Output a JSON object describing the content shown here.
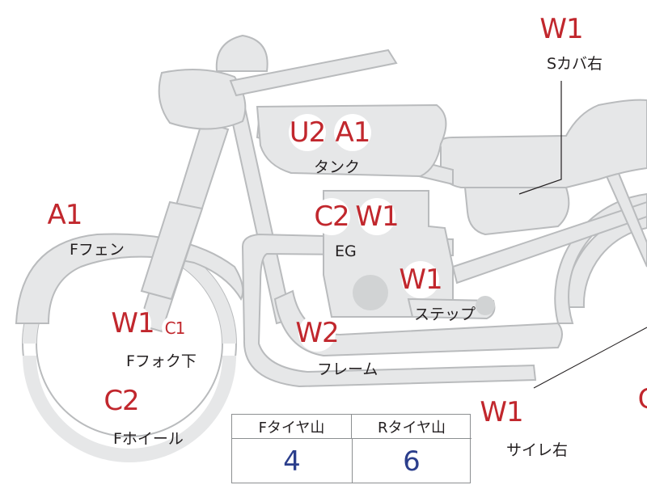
{
  "colors": {
    "mark_text": "#c1272d",
    "label_text": "#231f20",
    "table_value": "#2b3e8c",
    "bike_fill": "#e6e7e8",
    "bike_outline": "#b9bbbd"
  },
  "parts": [
    {
      "id": "s-cover-right",
      "label": "Sカバ右",
      "marks": [
        "W1"
      ]
    },
    {
      "id": "tank",
      "label": "タンク",
      "marks": [
        "U2",
        "A1"
      ]
    },
    {
      "id": "engine",
      "label": "EG",
      "marks": [
        "C2",
        "W1"
      ]
    },
    {
      "id": "front-fender",
      "label": "Fフェン",
      "marks": [
        "A1"
      ]
    },
    {
      "id": "step",
      "label": "ステップ",
      "marks": [
        "W1"
      ]
    },
    {
      "id": "frame",
      "label": "フレーム",
      "marks": [
        "W2"
      ]
    },
    {
      "id": "front-fork-lower",
      "label": "Fフォク下",
      "marks": [
        "W1",
        "C1"
      ]
    },
    {
      "id": "front-wheel",
      "label": "Fホイール",
      "marks": [
        "C2"
      ]
    },
    {
      "id": "muffler-right",
      "label": "サイレ右",
      "marks": [
        "W1"
      ]
    }
  ],
  "cut_off_mark": "C",
  "tread_table": {
    "headers": [
      "Fタイヤ山",
      "Rタイヤ山"
    ],
    "values": [
      4,
      6
    ]
  }
}
